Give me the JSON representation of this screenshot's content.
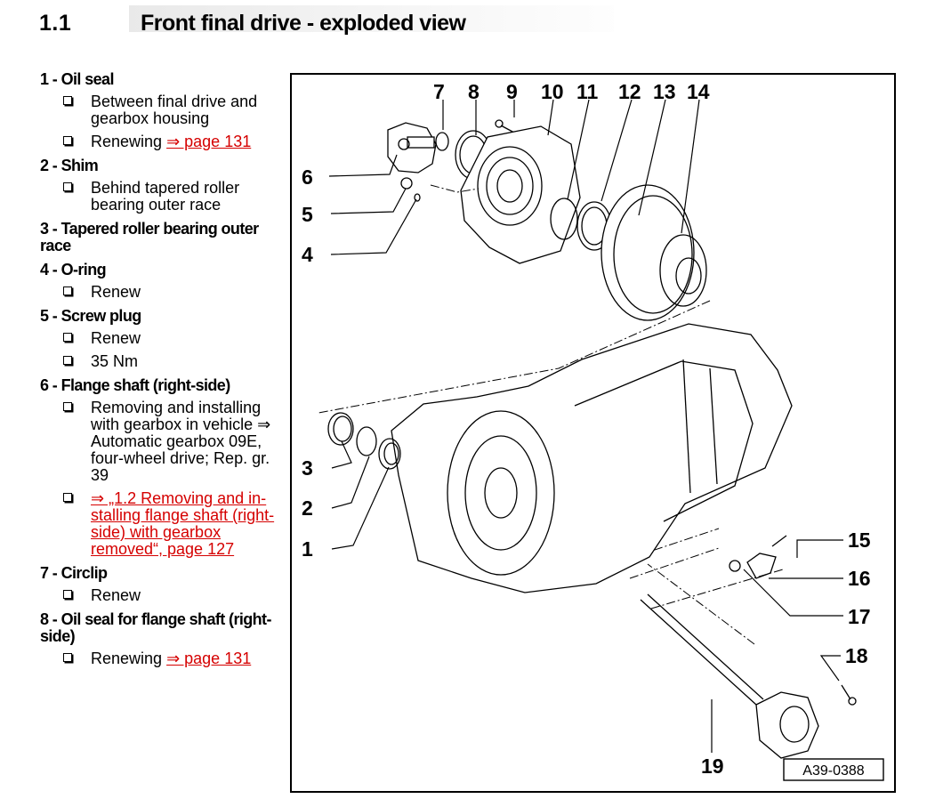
{
  "section": {
    "number": "1.1",
    "title": "Front final drive - exploded view"
  },
  "legend": [
    {
      "heading": "1 - Oil seal",
      "bullets": [
        {
          "text": "Between final drive and gearbox housing"
        },
        {
          "text": "Renewing ",
          "link": "⇒ page 131"
        }
      ]
    },
    {
      "heading": "2 - Shim",
      "bullets": [
        {
          "text": "Behind tapered roller bearing outer race"
        }
      ]
    },
    {
      "heading": "3 - Tapered roller bearing outer race",
      "bullets": []
    },
    {
      "heading": "4 - O-ring",
      "bullets": [
        {
          "text": "Renew"
        }
      ]
    },
    {
      "heading": "5 - Screw plug",
      "bullets": [
        {
          "text": "Renew"
        },
        {
          "text": "35 Nm"
        }
      ]
    },
    {
      "heading": "6 - Flange shaft (right-side)",
      "bullets": [
        {
          "text": "Removing and installing with gearbox in vehicle ⇒  Automatic gearbox 09E, four-wheel drive; Rep. gr.  39"
        },
        {
          "text": "",
          "link": "⇒ „1.2 Removing and in-stalling flange shaft (right-side) with gearbox removed“, page 127"
        }
      ]
    },
    {
      "heading": "7 - Circlip",
      "bullets": [
        {
          "text": "Renew"
        }
      ]
    },
    {
      "heading": "8 - Oil seal for flange shaft (right-side)",
      "bullets": [
        {
          "text": "Renewing ",
          "link": "⇒ page 131"
        }
      ]
    }
  ],
  "figure": {
    "id_label": "A39-0388",
    "callouts": [
      "1",
      "2",
      "3",
      "4",
      "5",
      "6",
      "7",
      "8",
      "9",
      "10",
      "11",
      "12",
      "13",
      "14",
      "15",
      "16",
      "17",
      "18",
      "19"
    ]
  },
  "colors": {
    "link": "#d50000",
    "text": "#000000"
  }
}
